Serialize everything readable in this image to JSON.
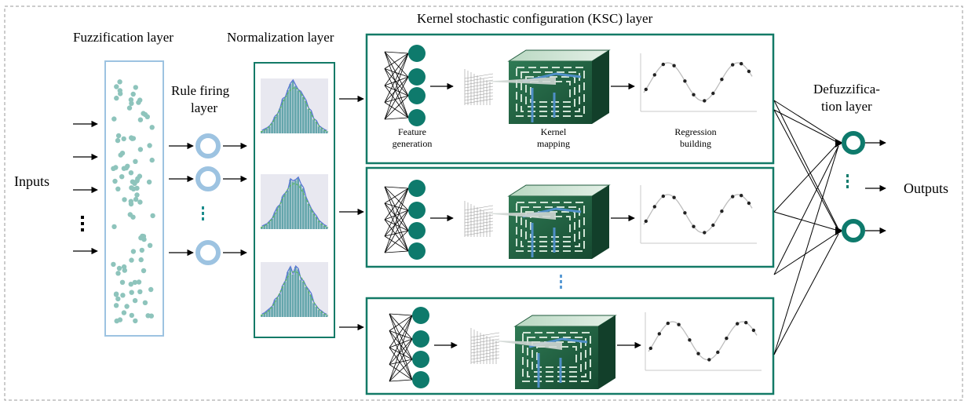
{
  "labels": {
    "fuzzification": "Fuzzification layer",
    "normalization": "Normalization layer",
    "ksc": "Kernel stochastic configuration (KSC) layer",
    "rule_firing_1": "Rule firing",
    "rule_firing_2": "layer",
    "defuzz_1": "Defuzzifica-",
    "defuzz_2": "tion layer",
    "inputs": "Inputs",
    "outputs": "Outputs",
    "feature_1": "Feature",
    "feature_2": "generation",
    "kernel_1": "Kernel",
    "kernel_2": "mapping",
    "regression_1": "Regression",
    "regression_2": "building"
  },
  "colors": {
    "teal_node": "#0e7a6c",
    "box_border": "#137a67",
    "fuzz_border": "#9dc3e1",
    "ring": "#9dc3e1",
    "dots": "#8ec4bc",
    "hist_bg": "#e8e8f0",
    "hist_bar": "#4e9aa0",
    "hist_line": "#5b78d6",
    "green_fit": "#5cb85c",
    "kernel_dark": "#1f5a3c",
    "kernel_light": "#cfe3d4",
    "kernel_blue": "#4f8fc7",
    "dashed_border": "#9a9a9a"
  },
  "icons": [
    "ring-node-icon",
    "teal-node-icon",
    "histogram-icon",
    "kernel-cube-icon",
    "regression-plot-icon",
    "arrow-icon",
    "vertical-ellipsis-icon"
  ]
}
